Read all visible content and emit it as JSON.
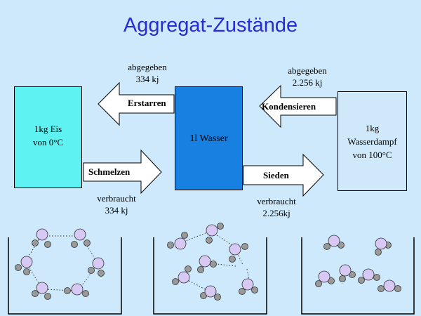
{
  "title": "Aggregat-Zustände",
  "states": {
    "ice": {
      "line1": "1kg Eis",
      "line2": "von 0°C"
    },
    "water": {
      "line1": "1l Wasser"
    },
    "vapor": {
      "line1": "1kg",
      "line2": "Wasserdampf",
      "line3": "von 100°C"
    }
  },
  "processes": {
    "erstarren": {
      "label": "Erstarren",
      "note1": "abgegeben",
      "note2": "334 kj"
    },
    "kondensieren": {
      "label": "Kondensieren",
      "note1": "abgegeben",
      "note2": "2.256 kj"
    },
    "schmelzen": {
      "label": "Schmelzen",
      "note1": "verbraucht",
      "note2": "334 kj"
    },
    "sieden": {
      "label": "Sieden",
      "note1": "verbraucht",
      "note2": "2.256kj"
    }
  },
  "colors": {
    "background": "#cde9fb",
    "title": "#2a2ad8",
    "ice": "#5ef2f2",
    "water": "#1880e0",
    "oxygen": "#d8c8f4",
    "hydrogen": "#999999"
  }
}
